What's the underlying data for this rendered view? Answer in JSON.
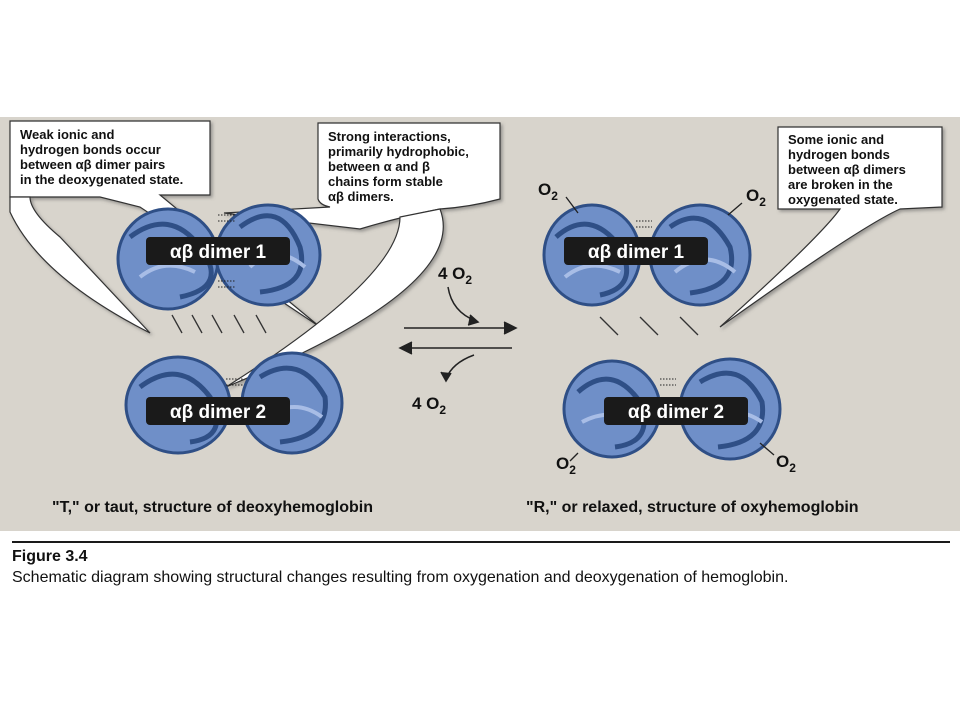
{
  "callouts": {
    "left": "Weak ionic and\nhydrogen bonds occur\nbetween αβ dimer pairs\nin the deoxygenated state.",
    "middle": "Strong interactions,\nprimarily hydrophobic,\nbetween α and β\nchains form stable\nαβ dimers.",
    "right": "Some ionic and\nhydrogen bonds\nbetween αβ dimers\nare broken in the\noxygenated state."
  },
  "dimers": {
    "t_dimer1": "αβ dimer 1",
    "t_dimer2": "αβ dimer 2",
    "r_dimer1": "αβ dimer 1",
    "r_dimer2": "αβ dimer 2"
  },
  "oxygen": {
    "label_o": "O",
    "label_sub": "2",
    "forward_coef": "4 O",
    "reverse_coef": "4 O"
  },
  "structures": {
    "t_state": "\"T,\" or taut, structure of deoxyhemoglobin",
    "r_state": "\"R,\" or relaxed, structure of oxyhemoglobin"
  },
  "figure": {
    "title": "Figure 3.4",
    "caption": "Schematic diagram showing structural changes resulting from oxygenation and deoxygenation of hemoglobin."
  },
  "colors": {
    "panel": "#d8d4cc",
    "protein": "#6f8fc8",
    "protein_dark": "#2f4f86",
    "label_bg": "#1a1a1a",
    "callout_bg": "#ffffff"
  }
}
